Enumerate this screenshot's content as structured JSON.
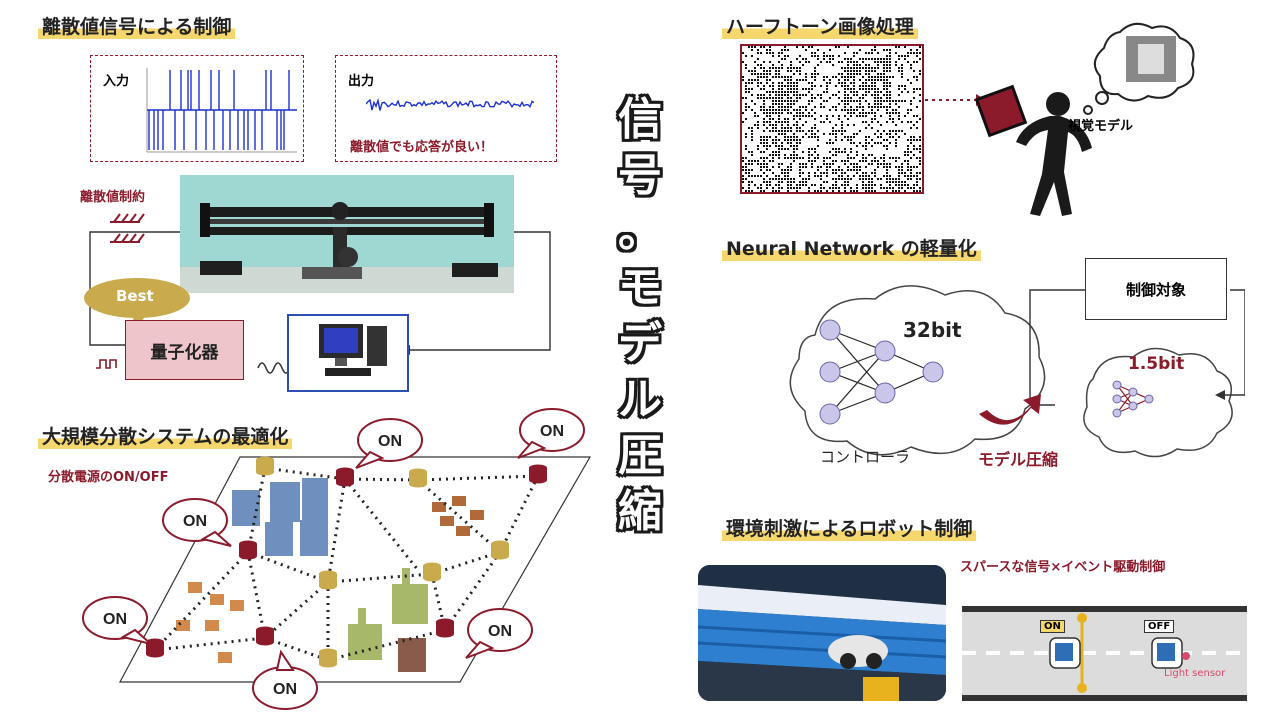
{
  "center_title": [
    "信",
    "号",
    "。",
    "モ",
    "デ",
    "ル",
    "圧",
    "縮"
  ],
  "discrete": {
    "title": "離散値信号による制御",
    "input_label": "入力",
    "output_label": "出力",
    "output_note": "離散値でも応答が良い！",
    "constraint_label": "離散値制約",
    "best_label": "Best",
    "quantizer_label": "量子化器"
  },
  "halftone": {
    "title": "ハーフトーン画像処理",
    "visual_model_label": "視覚モデル"
  },
  "nn": {
    "title": "Neural Network の軽量化",
    "bits_large": "32bit",
    "bits_small": "1.5bit",
    "controller_label": "コントローラ",
    "compress_label": "モデル圧縮",
    "target_label": "制御対象"
  },
  "distributed": {
    "title": "大規模分散システムの最適化",
    "subtitle": "分散電源のON/OFF",
    "on_labels": [
      "ON",
      "ON",
      "ON",
      "ON",
      "ON",
      "ON"
    ]
  },
  "robot": {
    "title": "環境刺激によるロボット制御",
    "subtitle": "スパースな信号×イベント駆動制御",
    "on_tag": "ON",
    "off_tag": "OFF",
    "sensor_label": "Light sensor"
  },
  "colors": {
    "maroon": "#8b1a2b",
    "highlight": "#f5d76e",
    "node": "#c9c6ea",
    "signal_blue": "#1d2fd6",
    "plant_bg": "#9fd7d2"
  }
}
